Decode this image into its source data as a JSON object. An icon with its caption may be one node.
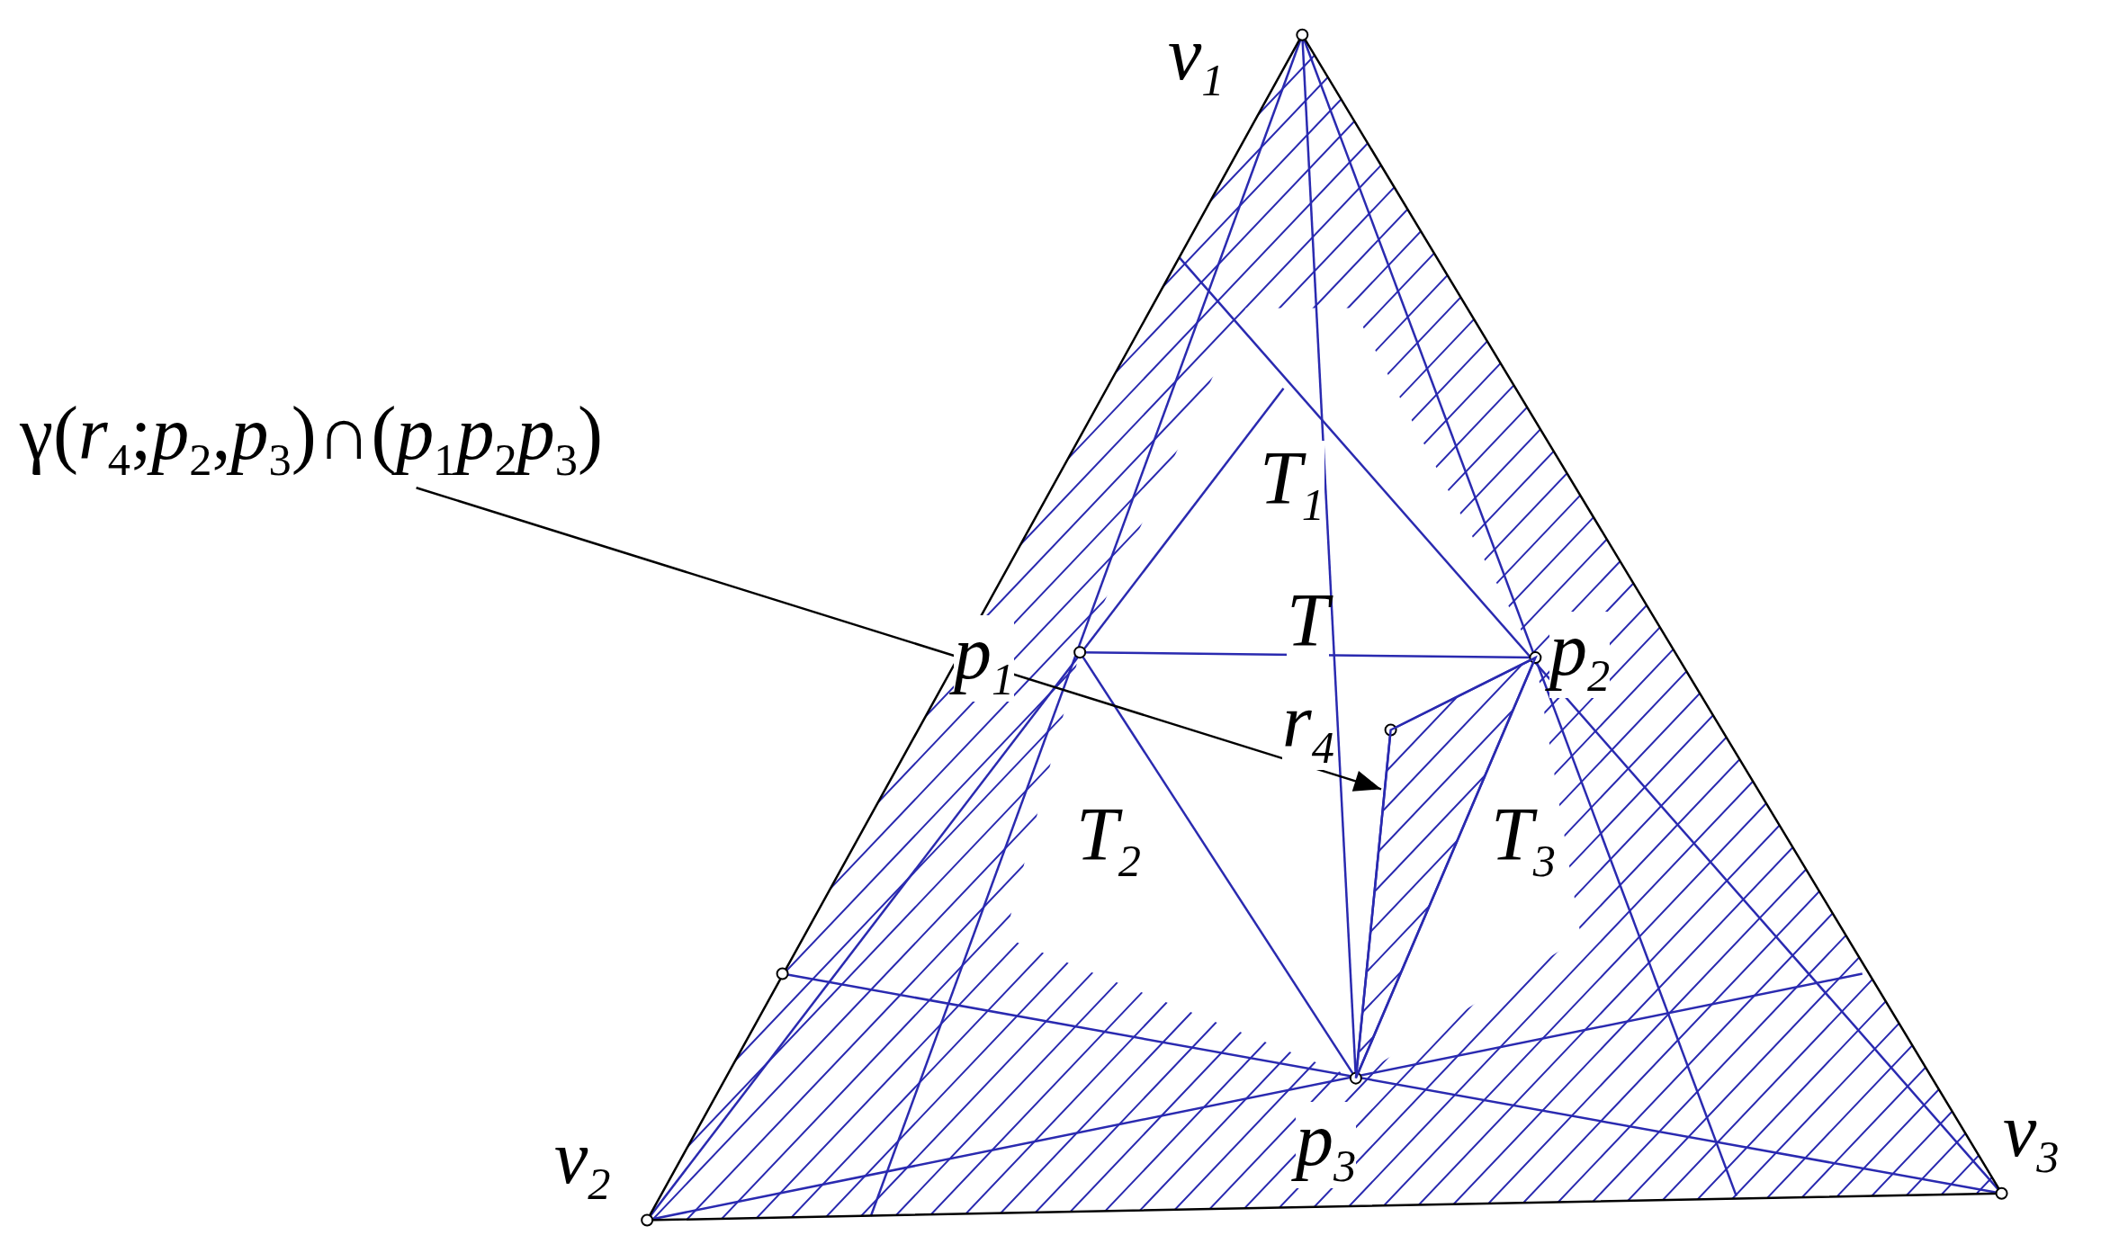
{
  "diagram": {
    "nodes": [
      {
        "text": [
          "γ(*r*$_{4}$;*p*$_{2}$,*p*$_{3}$)∩(*p*$_{1}$*p*$_{2}$*p*$_{3}$)"
        ]
      },
      {
        "text": [],
        "shape": "triangle"
      }
    ],
    "edges": [
      {
        "from": 0,
        "to": 1,
        "arrow": "to"
      }
    ],
    "labels": [
      "v$_{1}$",
      "T$_{1}$",
      "T",
      "p$_{1}$",
      "p$_{2}$",
      "r$_{4}$",
      "T$_{2}$",
      "T$_{3}$",
      "p$_{3}$",
      "v$_{2}$",
      "v$_{3}$"
    ]
  }
}
